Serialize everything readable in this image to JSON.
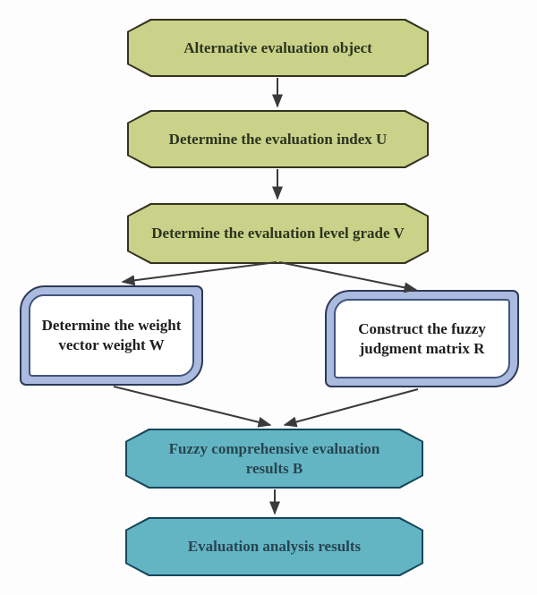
{
  "nodes": {
    "alternative": {
      "label": "Alternative evaluation object",
      "shape": "octagon",
      "fill": "green"
    },
    "index_u": {
      "label": "Determine the evaluation index U",
      "shape": "octagon",
      "fill": "green"
    },
    "grade_v": {
      "label": "Determine the evaluation level grade V",
      "shape": "octagon",
      "fill": "green"
    },
    "weight_w": {
      "label": "Determine the weight vector weight W",
      "shape": "framed-card",
      "fill": "white"
    },
    "matrix_r": {
      "label": "Construct the fuzzy judgment matrix R",
      "shape": "framed-card",
      "fill": "white"
    },
    "results_b": {
      "label": "Fuzzy comprehensive evaluation results B",
      "shape": "octagon",
      "fill": "teal"
    },
    "analysis": {
      "label": "Evaluation analysis results",
      "shape": "octagon",
      "fill": "teal"
    }
  },
  "edges": [
    {
      "from": "alternative",
      "to": "index_u"
    },
    {
      "from": "index_u",
      "to": "grade_v"
    },
    {
      "from": "grade_v",
      "to": "weight_w"
    },
    {
      "from": "grade_v",
      "to": "matrix_r"
    },
    {
      "from": "weight_w",
      "to": "results_b"
    },
    {
      "from": "matrix_r",
      "to": "results_b"
    },
    {
      "from": "results_b",
      "to": "analysis"
    }
  ],
  "colors": {
    "background": "#fdfdfd",
    "green_fill": "#c9d288",
    "green_border": "#33341f",
    "green_text": "#2c3420",
    "teal_fill": "#64b5c4",
    "teal_border": "#15475a",
    "teal_text": "#27454f",
    "frame_fill": "#aabbdf",
    "frame_border": "#2d3a55",
    "frame_inner_border": "#42547c",
    "white_fill": "#ffffff",
    "white_text": "#1f1f1f",
    "arrow": "#3a3a3a"
  }
}
